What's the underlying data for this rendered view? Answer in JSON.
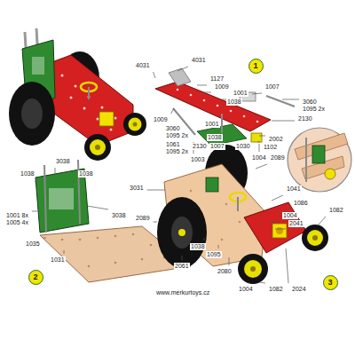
{
  "diagram": {
    "nodes": [
      {
        "text": [
          "1"
        ]
      },
      {
        "text": [
          "2"
        ]
      },
      {
        "text": [
          "3"
        ]
      }
    ],
    "labels": [
      "4031",
      "4031",
      "1127",
      "1009",
      "1001",
      "1007",
      "1038",
      "3060",
      "1095 2x",
      "2130",
      "1009",
      "3060",
      "1095 2x",
      "1001",
      "2002",
      "1038",
      "2130",
      "1007",
      "1030",
      "1102",
      "1061",
      "1095 2x",
      "1003",
      "1004",
      "2089",
      "3038",
      "1038",
      "1038",
      "1001 8x",
      "1005 4x",
      "3038",
      "1035",
      "1031",
      "3031",
      "2089",
      "1041",
      "1086",
      "1004",
      "2041",
      "1082",
      "2061",
      "1038",
      "1095",
      "2080",
      "1004",
      "1082",
      "2024",
      "www.merkurtoys.cz"
    ]
  }
}
